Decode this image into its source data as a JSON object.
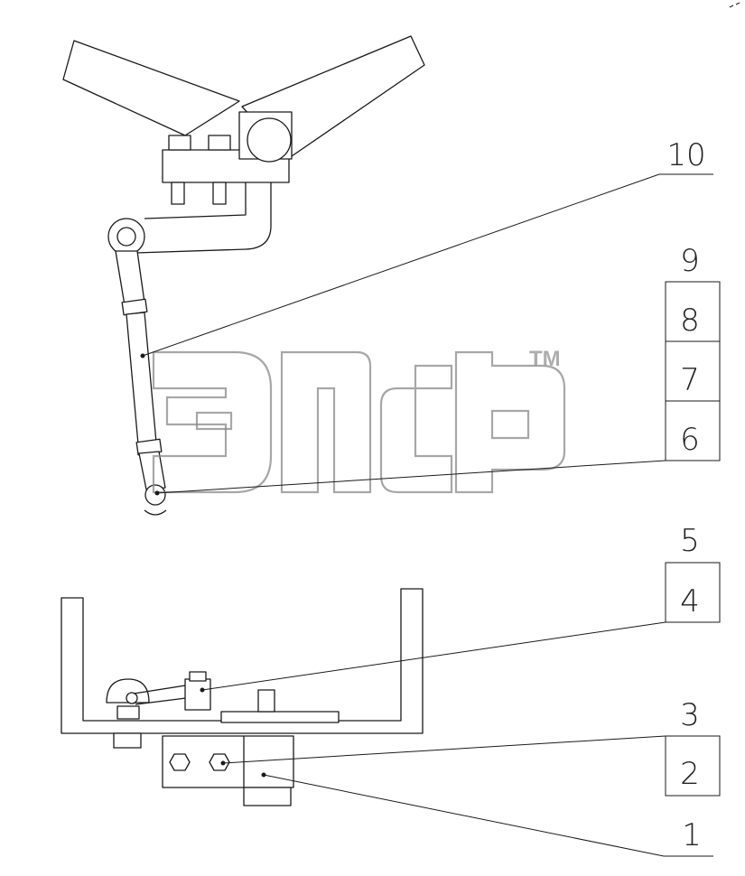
{
  "callouts": [
    "1",
    "2",
    "3",
    "4",
    "5",
    "6",
    "7",
    "8",
    "9",
    "10"
  ],
  "watermark": {
    "trademark": "TM"
  },
  "colors": {
    "line": "#1a1a1a",
    "watermark": "#8a8a8a"
  }
}
